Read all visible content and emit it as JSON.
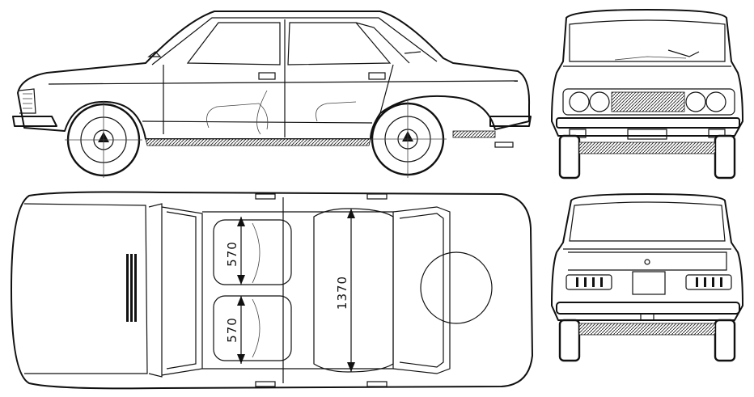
{
  "dimensions": {
    "front_seat_width": "570",
    "rear_seat_width": "570",
    "cabin_width": "1370"
  }
}
